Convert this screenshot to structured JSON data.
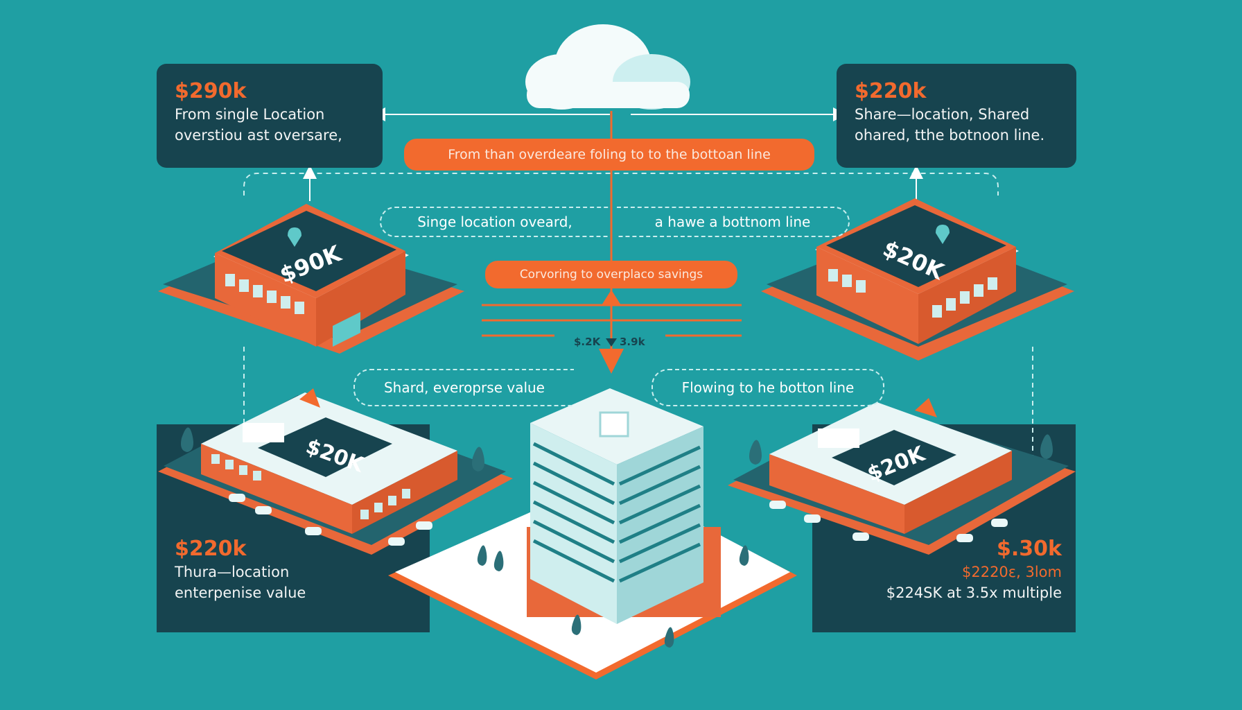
{
  "cards": {
    "top_left": {
      "amount": "$290k",
      "line1": "From single Location",
      "line2": "overstiou ast oversare,"
    },
    "top_right": {
      "amount": "$220k",
      "line1": "Share—location,  Shared",
      "line2": "ohared, tthe botnoon line."
    },
    "bottom_left": {
      "amount": "$220k",
      "line1": "Thura—location",
      "line2": "enterpenise value"
    },
    "bottom_right": {
      "amount": "$.30k",
      "line1": "$2220ε, 3lom",
      "line2": "$224SK at 3.5x multiple"
    }
  },
  "pills": {
    "top": "From than overdeare foling to to the bottoan line",
    "middle": "Corvoring to overplaco savings"
  },
  "tags": {
    "upper_left": "Singe location oveard,",
    "upper_right": "a hawe a bottnom line",
    "lower_left": "Shard, everoprse value",
    "lower_right": "Flowing to he botton line"
  },
  "center_values": {
    "left": "$.2K",
    "right": "3.9k"
  },
  "building_roofs": {
    "top_left": "$90K",
    "top_right": "$20K",
    "bottom_left": "$20K",
    "bottom_right": "$20K"
  },
  "colors": {
    "background": "#1f9fa3",
    "card": "#17444f",
    "accent": "#f26a2e",
    "roof": "#17444f",
    "wall": "#e8683a"
  },
  "icons": [
    "cloud-icon",
    "location-pin-icon",
    "tree-icon",
    "car-icon"
  ]
}
